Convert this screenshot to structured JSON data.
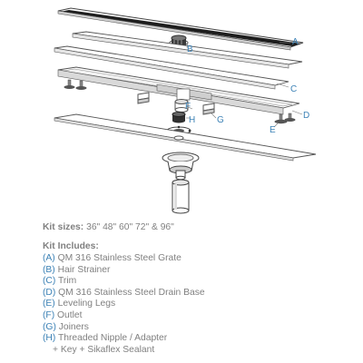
{
  "callouts": {
    "A": "A",
    "B": "B",
    "C": "C",
    "D": "D",
    "E": "E",
    "F": "F",
    "G": "G",
    "H": "H"
  },
  "kit": {
    "sizes_label": "Kit sizes:",
    "sizes_value": "36\" 48\" 60\" 72\" & 96\"",
    "includes_heading": "Kit Includes:",
    "items": [
      {
        "letter": "(A)",
        "text": "QM 316 Stainless Steel Grate"
      },
      {
        "letter": "(B)",
        "text": "Hair Strainer"
      },
      {
        "letter": "(C)",
        "text": "Trim"
      },
      {
        "letter": "(D)",
        "text": "QM 316 Stainless Steel Drain Base"
      },
      {
        "letter": "(E)",
        "text": "Leveling Legs"
      },
      {
        "letter": "(F)",
        "text": "Outlet"
      },
      {
        "letter": "(G)",
        "text": "Joiners"
      },
      {
        "letter": "(H)",
        "text": "Threaded Nipple / Adapter",
        "text2": "+ Key + Sikaflex Sealant"
      }
    ]
  },
  "colors": {
    "accent": "#3d82b6",
    "text": "#808080",
    "line": "#555555"
  }
}
